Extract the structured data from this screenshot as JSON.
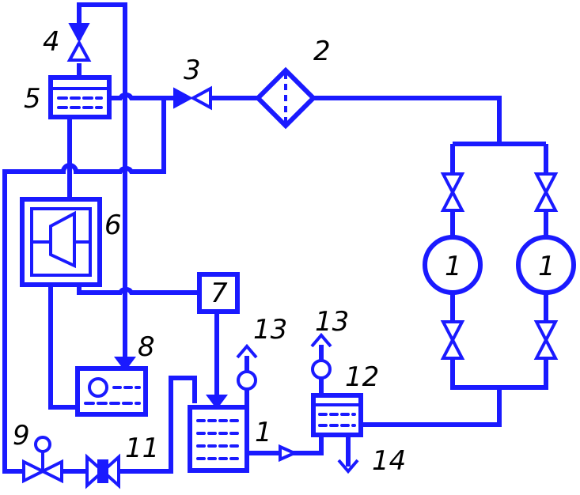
{
  "labels": {
    "pump_left": "1",
    "pump_right": "1",
    "tank_1": "1",
    "filter_2": "2",
    "valve_3": "3",
    "valve_4": "4",
    "cooler_5": "5",
    "unit_6": "6",
    "unit_7": "7",
    "tank_8": "8",
    "valve_9": "9",
    "valve_11": "11",
    "separator_12": "12",
    "outlet_13_left": "13",
    "outlet_13_right": "13",
    "outlet_14": "14"
  },
  "colors": {
    "line": "#1a1aff",
    "label": "#000000"
  }
}
